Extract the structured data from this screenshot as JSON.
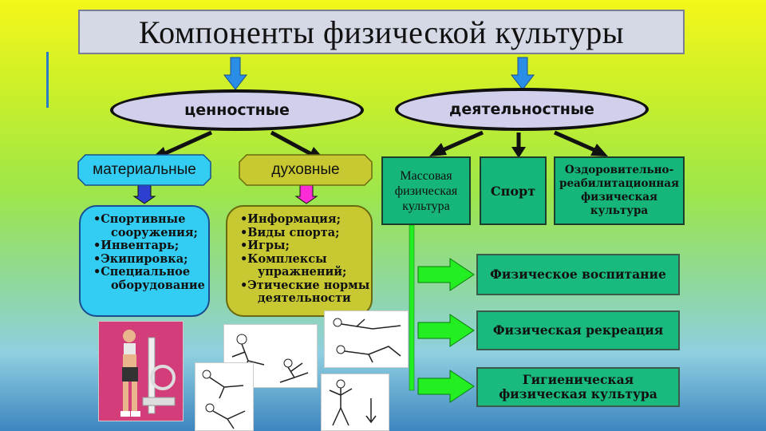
{
  "title": "Компоненты физической культуры",
  "value_component": "ценностные",
  "activity_component": "деятельностные",
  "material": {
    "label": "материальные",
    "items": [
      "•Спортивные",
      "сооружения;",
      "•Инвентарь;",
      "•Экипировка;",
      "•Специальное",
      "оборудование"
    ]
  },
  "spiritual": {
    "label": "духовные",
    "items": [
      "•Информация;",
      "•Виды спорта;",
      "•Игры;",
      "•Комплексы",
      "упражнений;",
      "•Этические нормы",
      "деятельности"
    ]
  },
  "mass": [
    "Массовая",
    "физическая",
    "культура"
  ],
  "sport": "Спорт",
  "rehab": [
    "Оздоровительно-",
    "реабилитационная",
    "физическая",
    "культура"
  ],
  "sub": {
    "education": "Физическое воспитание",
    "recreation": "Физическая рекреация",
    "hygiene": [
      "Гигиеническая",
      "физическая культура"
    ]
  },
  "colors": {
    "ellipse_fill": "#d0d0ec",
    "material_fill": "#33ccf2",
    "spiritual_fill": "#c8c832",
    "green_box": "#16b57a",
    "arrow_blue": "#2a8ee6",
    "arrow_green": "#22ee22",
    "arrow_navy": "#2e3fd0",
    "arrow_magenta": "#ff2bd6"
  }
}
